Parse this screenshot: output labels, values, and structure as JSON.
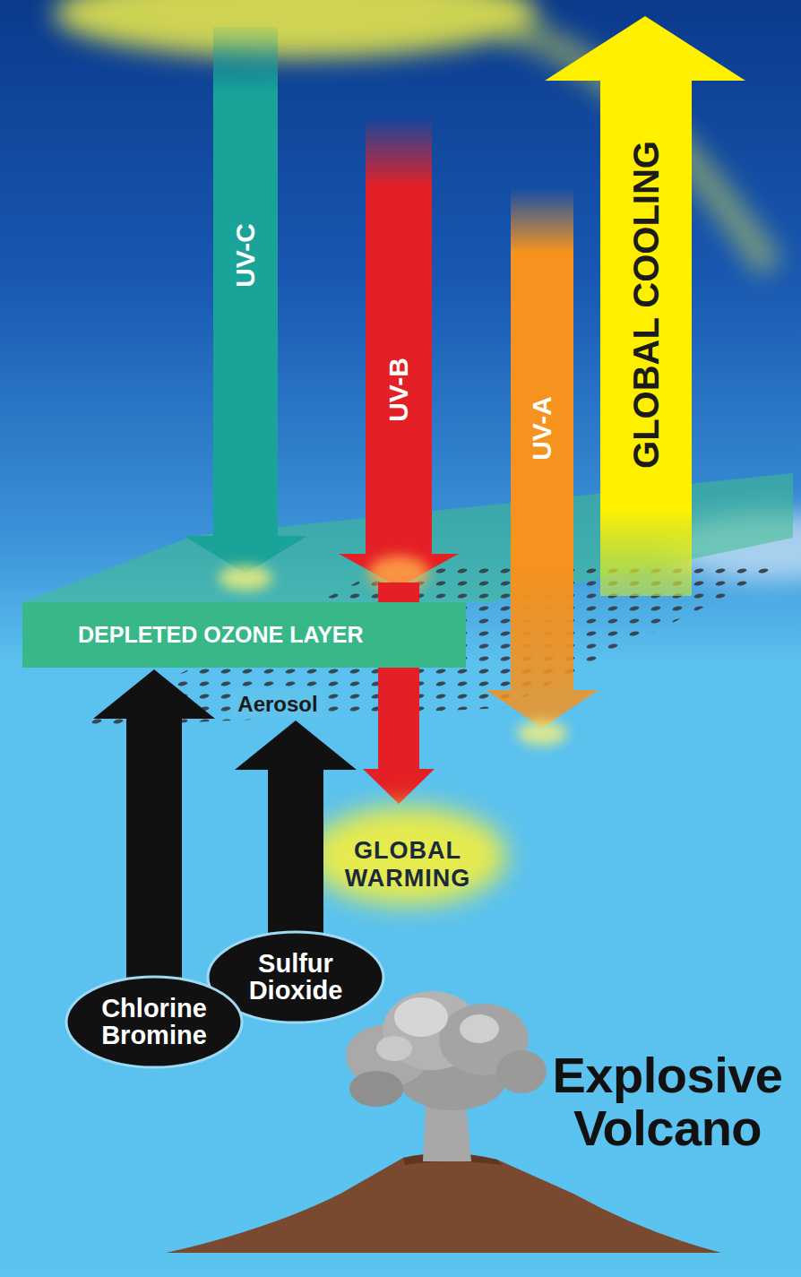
{
  "diagram": {
    "nodes": [
      {
        "text": [
          "DEPLETED OZONE LAYER"
        ]
      },
      {
        "text": [
          "Aerosol"
        ]
      },
      {
        "text": [
          "Sulfur Dioxide"
        ]
      },
      {
        "text": [
          "Chlorine Bromine"
        ]
      }
    ],
    "edges": [
      {
        "from": 3,
        "to": 0,
        "arrow": "to"
      },
      {
        "from": 2,
        "to": 1,
        "arrow": "to"
      }
    ],
    "labels": [
      "UV-C",
      "UV-B",
      "UV-A",
      "GLOBAL COOLING",
      "GLOBAL WARMING",
      "Explosive Volcano"
    ]
  }
}
